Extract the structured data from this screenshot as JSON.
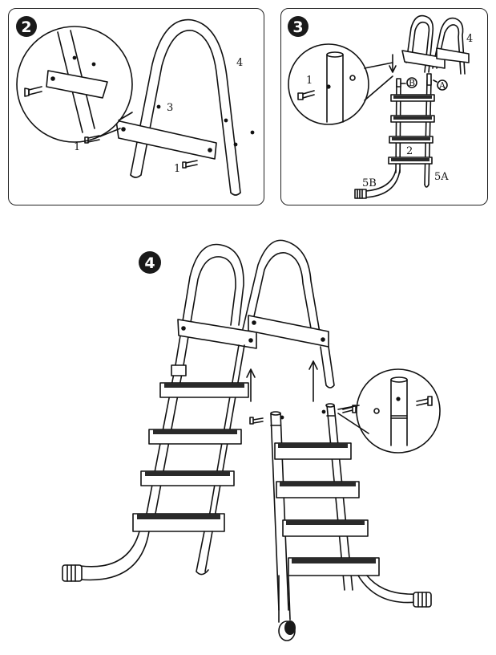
{
  "steps": {
    "step2": {
      "number": "2",
      "labels": {
        "bolt_left": "1",
        "bolt_right": "1",
        "hole": "3",
        "rail": "4"
      }
    },
    "step3": {
      "number": "3",
      "labels": {
        "bolt": "1",
        "bolt_b": "B",
        "bolt_a": "A",
        "rail": "4",
        "ladder": "2",
        "leg_b": "5B",
        "leg_a": "5A"
      }
    },
    "step4": {
      "number": "4"
    }
  },
  "colors": {
    "line": "#111111",
    "badge": "#1a1a1a",
    "tread": "#2a2a2a"
  }
}
